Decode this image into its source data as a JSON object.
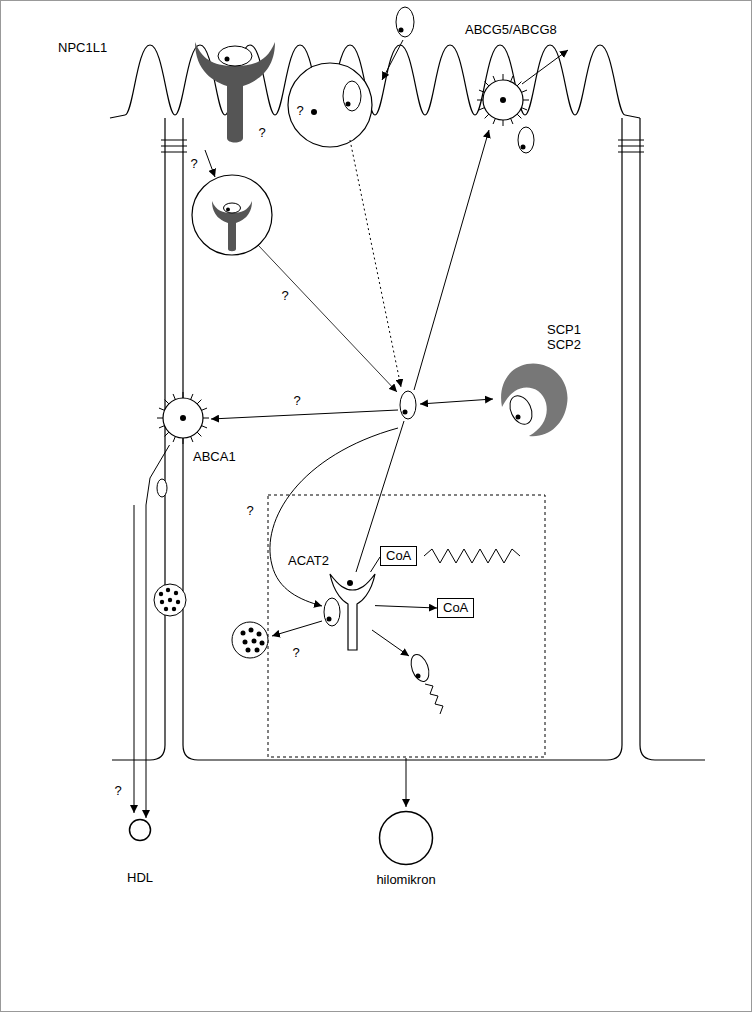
{
  "diagram": {
    "nodes": [
      {
        "text": [
          "NPC1L1"
        ]
      },
      {
        "text": [
          "ABCG5/ABCG8"
        ]
      },
      {
        "text": [
          "SCP1 SCP2"
        ]
      },
      {
        "text": [
          "ABCA1"
        ]
      },
      {
        "text": [
          "CoA"
        ]
      },
      {
        "text": [
          "ACAT2"
        ]
      },
      {
        "text": [
          "CoA"
        ]
      },
      {
        "text": [
          "HDL"
        ]
      },
      {
        "text": [
          "hilomikron"
        ]
      }
    ],
    "edges": [
      {
        "from": 4,
        "to": 5,
        "arrow": "none"
      },
      {
        "from": 5,
        "to": 6,
        "arrow": "to"
      },
      {
        "from": 3,
        "to": 7,
        "arrow": "to"
      }
    ],
    "labels": [
      "?",
      "?",
      "?",
      "?",
      "?",
      "?",
      "?",
      "?"
    ]
  }
}
